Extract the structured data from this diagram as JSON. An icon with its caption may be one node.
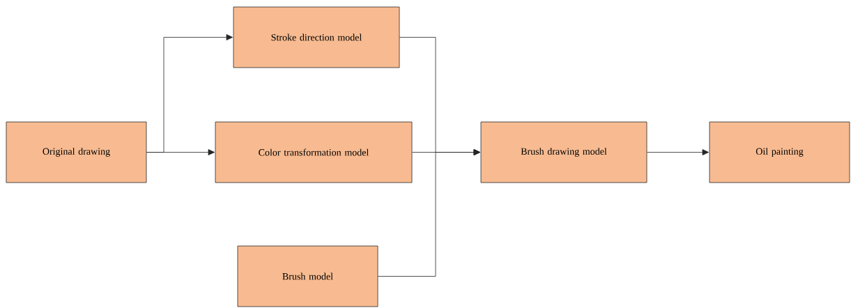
{
  "diagram": {
    "nodes": [
      {
        "text": [
          "Original drawing"
        ]
      },
      {
        "text": [
          "Stroke direction model"
        ]
      },
      {
        "text": [
          "Color transformation model"
        ]
      },
      {
        "text": [
          "Brush model"
        ]
      },
      {
        "text": [
          "Brush drawing model"
        ]
      },
      {
        "text": [
          "Oil painting"
        ]
      }
    ],
    "edges": [
      {
        "from": 0,
        "to": 1,
        "arrow": "to"
      },
      {
        "from": 0,
        "to": 2,
        "arrow": "to"
      },
      {
        "from": 1,
        "to": 4,
        "arrow": "to"
      },
      {
        "from": 2,
        "to": 4,
        "arrow": "to"
      },
      {
        "from": 3,
        "to": 4,
        "arrow": "to"
      },
      {
        "from": 4,
        "to": 5,
        "arrow": "to"
      }
    ]
  }
}
